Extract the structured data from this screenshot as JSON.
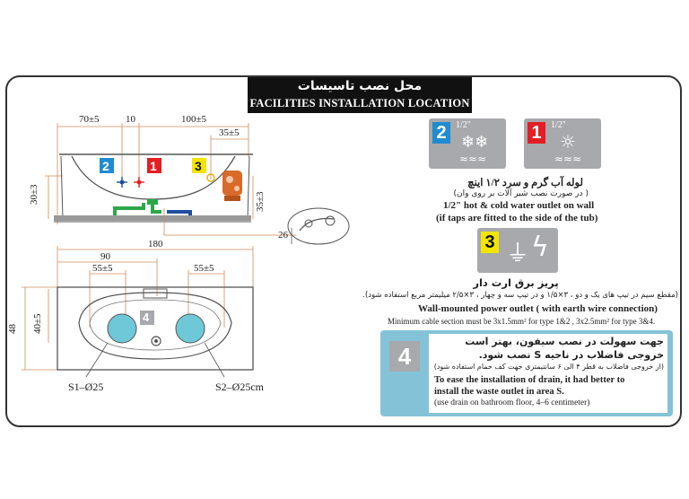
{
  "title": {
    "fa": "محل نصب تاسیسات",
    "en": "FACILITIES INSTALLATION LOCATION"
  },
  "side_view": {
    "dim_top_left": "70±5",
    "dim_top_mid": "10",
    "dim_top_right": "100±5",
    "dim_top_far": "35±5",
    "dim_left_height": "30±3",
    "dim_right_height": "35±3",
    "labels": [
      "2",
      "1",
      "3"
    ]
  },
  "pipe_detail": {
    "dim": "26"
  },
  "top_view": {
    "dim_total": "180",
    "dim_90": "90",
    "dim_left": "55±5",
    "dim_right": "55±5",
    "dim_height": "48",
    "dim_inner": "40±5",
    "area_label": "4",
    "s1": "S1–Ø25",
    "s2": "S2–Ø25cm"
  },
  "water": {
    "badge_cold": "2",
    "badge_hot": "1",
    "size_cold": "1/2\"",
    "size_hot": "1/2\"",
    "line_fa": "لوله آب گرم و سرد ۱/۲ اینچ",
    "line_fa_note": "( در صورت نصب شیر آلات بر روی وان)",
    "line_en": "1/2\" hot & cold  water outlet on wall",
    "line_en_note": "(if taps are fitted to the side of the tub)"
  },
  "power": {
    "badge": "3",
    "line_fa": "پریز برق ارت دار",
    "line_fa_note": "(مقطع سیم در تیپ های یک و دو ، ۳×۱/۵ و در تیپ سه و چهار ، ۳×۲/۵ میلیمتر مربع استفاده شود).",
    "line_en": "Wall-mounted power outlet ( with earth wire connection)",
    "line_en_note": "Minimum cable section must be 3x1.5mm² for type 1&2 , 3x2.5mm² for type 3&4."
  },
  "drain": {
    "badge": "4",
    "line_fa_1": "جهت سهولت در نصب سیفون، بهتر است",
    "line_fa_2": "خروجی فاضلاب در ناحیه S نصب شود.",
    "line_fa_note": "(از خروجی فاضلاب به قطر ۴ الی ۶ سانتیمتری جهت کف حمام استفاده شود)",
    "line_en_1": "To ease the installation of drain, it had better to",
    "line_en_2": "install the waste outlet in area S.",
    "line_en_note": "(use drain on bathroom floor, 4–6 centimeter)"
  },
  "colors": {
    "red": "#e31e24",
    "blue": "#1f8bd0",
    "yellow": "#f3e500",
    "teal": "#6fc8d8",
    "grey": "#a7a9ac",
    "orange": "#d86a2a",
    "green": "#2aa84a",
    "drain_frame": "#84c3d7"
  }
}
